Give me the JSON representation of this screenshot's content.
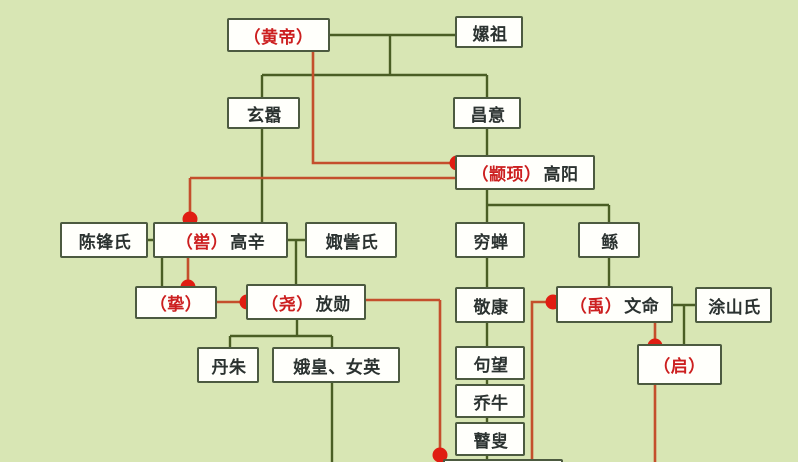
{
  "diagram": {
    "type": "family-tree",
    "description": "Genealogy chart of the legendary Five Emperors of ancient China; red lines with dots mark throne succession, green lines mark kinship/marriage",
    "colors": {
      "background": "#d8e6b4",
      "box_fill": "#fffffb",
      "box_border": "#4c5a40",
      "text_dark": "#2b3230",
      "text_red": "#cc1f1f",
      "kinship_line": "#4a5e24",
      "succession_line": "#c44f2c",
      "succession_dot": "#e01d12"
    },
    "nodes": {
      "huangdi": {
        "red": "（黄帝）",
        "name": ""
      },
      "leizu": {
        "red": "",
        "name": "嫘祖"
      },
      "xuanxiao": {
        "red": "",
        "name": "玄嚣"
      },
      "changyi": {
        "red": "",
        "name": "昌意"
      },
      "zhuanxu": {
        "red": "（颛顼）",
        "name": "高阳"
      },
      "chenfeng": {
        "red": "",
        "name": "陈锋氏"
      },
      "ku": {
        "red": "（喾）",
        "name": "高辛"
      },
      "juzi": {
        "red": "",
        "name": "娵訾氏"
      },
      "qiongchan": {
        "red": "",
        "name": "穷蝉"
      },
      "gun": {
        "red": "",
        "name": "鲧"
      },
      "zhi": {
        "red": "（挚）",
        "name": ""
      },
      "yao": {
        "red": "（尧）",
        "name": "放勋"
      },
      "jingkang": {
        "red": "",
        "name": "敬康"
      },
      "yu": {
        "red": "（禹）",
        "name": "文命"
      },
      "tushan": {
        "red": "",
        "name": "涂山氏"
      },
      "danzhu": {
        "red": "",
        "name": "丹朱"
      },
      "ehuang": {
        "red": "",
        "name": "娥皇、女英"
      },
      "juwang": {
        "red": "",
        "name": "句望"
      },
      "qiaoniu": {
        "red": "",
        "name": "乔牛"
      },
      "gusou": {
        "red": "",
        "name": "瞽叟"
      },
      "qi": {
        "red": "（启）",
        "name": ""
      },
      "shun_cut": {
        "red": "",
        "name": ""
      }
    }
  }
}
